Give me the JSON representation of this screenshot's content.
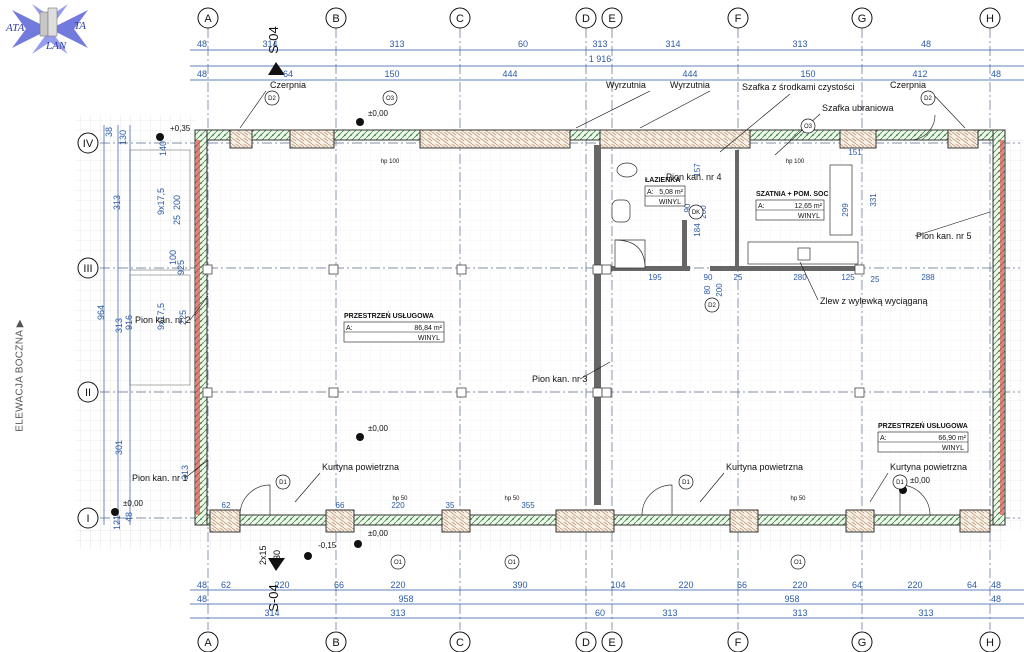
{
  "logo": {
    "part1": "ATA",
    "part2": "TA",
    "part3": "LAN"
  },
  "side_label": "ELEWACJA BOCZNA ▶",
  "section_mark": "S-04",
  "axes_x": [
    "A",
    "B",
    "C",
    "D",
    "E",
    "F",
    "G",
    "H"
  ],
  "axes_y": [
    "IV",
    "III",
    "II",
    "I"
  ],
  "dims_top_row1": [
    "48",
    "314",
    "313",
    "60",
    "313",
    "314",
    "313",
    "48"
  ],
  "dims_top_row2": "1 916",
  "dims_top_row3": [
    "48",
    "64",
    "150",
    "444",
    "444",
    "150",
    "412",
    "48"
  ],
  "dims_bottom_row1": [
    "48",
    "62",
    "220",
    "66",
    "220",
    "390",
    "104",
    "220",
    "66",
    "220",
    "64",
    "220",
    "64",
    "48"
  ],
  "dims_bottom_row2": [
    "48",
    "958",
    "958",
    "48"
  ],
  "dims_bottom_row3": [
    "314",
    "313",
    "60",
    "313",
    "313",
    "313"
  ],
  "dims_left": [
    "38",
    "130",
    "140",
    "313",
    "964",
    "916",
    "313",
    "301",
    "121",
    "48",
    "25",
    "200",
    "9x17,5",
    "9x17,5",
    "100",
    "925",
    "225",
    "313"
  ],
  "dims_inner": [
    "195",
    "90",
    "25",
    "280",
    "125",
    "288",
    "184",
    "157",
    "151",
    "331",
    "299",
    "80",
    "200",
    "90",
    "200",
    "25",
    "62",
    "66",
    "220",
    "35",
    "355"
  ],
  "levels": [
    "+0,35",
    "±0,00",
    "±0,00",
    "±0,00",
    "±0,00",
    "-0,15",
    "±0,00"
  ],
  "labels": {
    "czerpnia_left": "Czerpnia",
    "czerpnia_right": "Czerpnia",
    "wyrzutnia1": "Wyrzutnia",
    "wyrzutnia2": "Wyrzutnia",
    "szafka_srodki": "Szafka z środkami czystości",
    "szafka_ubraniowa": "Szafka ubraniowa",
    "pion4": "Pion kan. nr 4",
    "pion5": "Pion kan. nr 5",
    "pion2": "Pion kan. nr 2",
    "pion3": "Pion kan. nr 3",
    "pion1": "Pion kan. nr 1",
    "zlew": "Zlew z wylewką wyciąganą",
    "kurtyna1": "Kurtyna powietrzna",
    "kurtyna2": "Kurtyna powietrzna",
    "kurtyna3": "Kurtyna powietrzna"
  },
  "rooms": [
    {
      "name": "PRZESTRZEŃ USŁUGOWA",
      "area_label": "A:",
      "area": "86,84 m²",
      "floor": "WINYL"
    },
    {
      "name": "ŁAZIENKA",
      "area_label": "A:",
      "area": "5,08 m²",
      "floor": "WINYL"
    },
    {
      "name": "SZATNIA + POM. SOC",
      "area_label": "A:",
      "area": "12,65 m²",
      "floor": "WINYL"
    },
    {
      "name": "PRZESTRZEŃ USŁUGOWA",
      "area_label": "A:",
      "area": "66,90 m²",
      "floor": "WINYL"
    }
  ],
  "tags": [
    "D2",
    "D2",
    "O3",
    "O3",
    "D2",
    "D1",
    "D1",
    "D1",
    "O1",
    "O1",
    "O1",
    "DK"
  ],
  "hp_notes": [
    "hp 100",
    "hp 100",
    "hp 50",
    "hp 50",
    "hp 50"
  ],
  "stair_note": "2x15",
  "stair_note2": "30"
}
